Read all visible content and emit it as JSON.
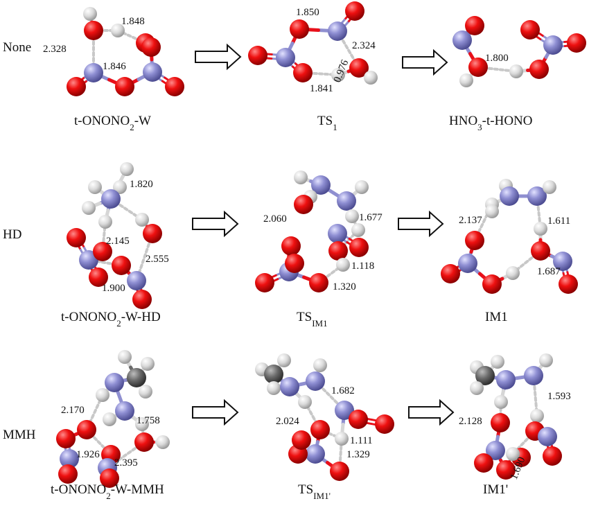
{
  "rows": [
    {
      "label": "None",
      "captions": [
        {
          "text": "t-ONONO",
          "sub": "2",
          "tail": "-W"
        },
        {
          "text": "TS",
          "sub": "1",
          "tail": ""
        },
        {
          "text": "HNO",
          "sub": "3",
          "tail": "-t-HONO"
        }
      ],
      "distances": [
        "2.328",
        "1.848",
        "1.846",
        "1.850",
        "2.324",
        "1.841",
        "0.976",
        "1.800"
      ]
    },
    {
      "label": "HD",
      "captions": [
        {
          "text": "t-ONONO",
          "sub": "2",
          "tail": "-W-HD"
        },
        {
          "text": "TS",
          "sub": "IM1",
          "tail": ""
        },
        {
          "text": "IM1",
          "sub": "",
          "tail": ""
        }
      ],
      "distances": [
        "1.820",
        "2.145",
        "2.555",
        "1.900",
        "2.060",
        "1.677",
        "1.118",
        "1.320",
        "2.137",
        "1.611",
        "1.687"
      ]
    },
    {
      "label": "MMH",
      "captions": [
        {
          "text": "t-ONONO",
          "sub": "2",
          "tail": "-W-MMH"
        },
        {
          "text": "TS",
          "sub": "IM1'",
          "tail": ""
        },
        {
          "text": "IM1'",
          "sub": "",
          "tail": ""
        }
      ],
      "distances": [
        "2.170",
        "1.758",
        "1.926",
        "2.395",
        "1.682",
        "2.024",
        "1.111",
        "1.329",
        "2.128",
        "1.593",
        "1.690"
      ]
    }
  ],
  "colors": {
    "oxygen": "#e8101a",
    "nitrogen": "#8f8fd0",
    "hydrogen": "#d6d6d6",
    "carbon": "#6a6a6a",
    "arrow": "#111111"
  }
}
